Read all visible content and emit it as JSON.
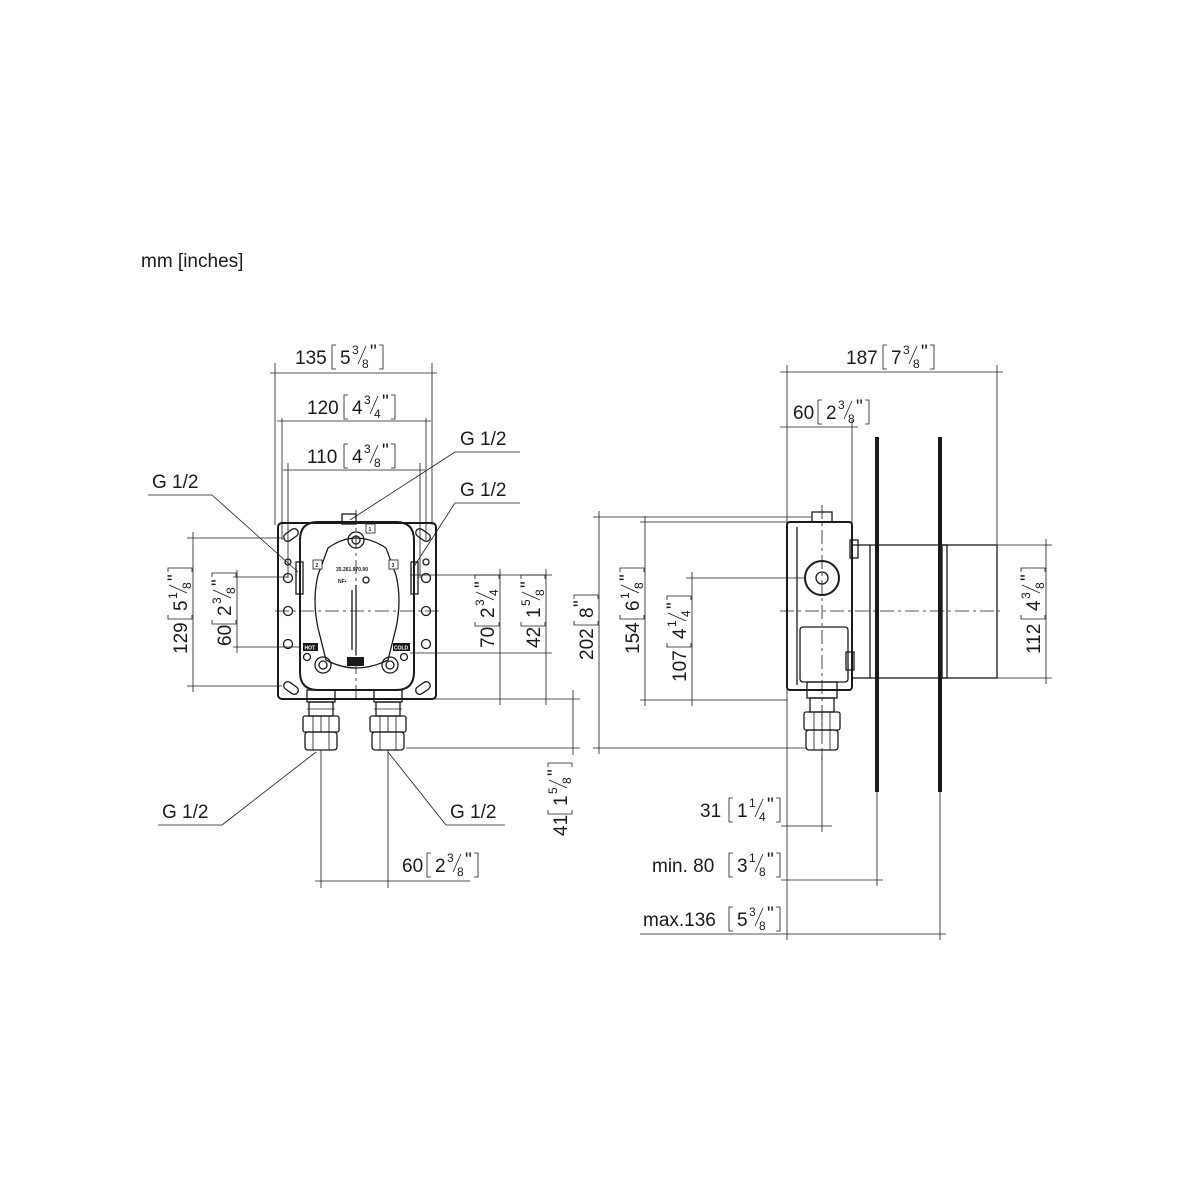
{
  "units_note": "mm [inches]",
  "front_view": {
    "dim_135": {
      "mm": "135",
      "in_whole": "5",
      "in_num": "3",
      "in_den": "8"
    },
    "dim_120": {
      "mm": "120",
      "in_whole": "4",
      "in_num": "3",
      "in_den": "4"
    },
    "dim_110": {
      "mm": "110",
      "in_whole": "4",
      "in_num": "3",
      "in_den": "8"
    },
    "dim_129": {
      "mm": "129",
      "in_whole": "5",
      "in_num": "1",
      "in_den": "8"
    },
    "dim_60_vert": {
      "mm": "60",
      "in_whole": "2",
      "in_num": "3",
      "in_den": "8"
    },
    "dim_70": {
      "mm": "70",
      "in_whole": "2",
      "in_num": "3",
      "in_den": "4"
    },
    "dim_42": {
      "mm": "42",
      "in_whole": "1",
      "in_num": "5",
      "in_den": "8"
    },
    "dim_41": {
      "mm": "41",
      "in_whole": "1",
      "in_num": "5",
      "in_den": "8"
    },
    "dim_60_horiz": {
      "mm": "60",
      "in_whole": "2",
      "in_num": "3",
      "in_den": "8"
    },
    "port_top": "G 1/2",
    "port_left": "G 1/2",
    "port_right": "G 1/2",
    "port_bottom_left": "G 1/2",
    "port_bottom_right": "G 1/2",
    "label_hot": "HOT",
    "label_cold": "COLD",
    "marker_1": "1",
    "marker_2": "2",
    "marker_3": "3",
    "label_code": "35.261.970.90",
    "label_small": "NF•"
  },
  "side_view": {
    "dim_187": {
      "mm": "187",
      "in_whole": "7",
      "in_num": "3",
      "in_den": "8"
    },
    "dim_60": {
      "mm": "60",
      "in_whole": "2",
      "in_num": "3",
      "in_den": "8"
    },
    "dim_202": {
      "mm": "202",
      "in_whole": "8"
    },
    "dim_154": {
      "mm": "154",
      "in_whole": "6",
      "in_num": "1",
      "in_den": "8"
    },
    "dim_107": {
      "mm": "107",
      "in_whole": "4",
      "in_num": "1",
      "in_den": "4"
    },
    "dim_112": {
      "mm": "112",
      "in_whole": "4",
      "in_num": "3",
      "in_den": "8"
    },
    "dim_31": {
      "mm": "31",
      "in_whole": "1",
      "in_num": "1",
      "in_den": "4"
    },
    "dim_min80": {
      "mm": "min. 80",
      "in_whole": "3",
      "in_num": "1",
      "in_den": "8"
    },
    "dim_max136": {
      "mm": "max.136",
      "in_whole": "5",
      "in_num": "3",
      "in_den": "8"
    }
  }
}
